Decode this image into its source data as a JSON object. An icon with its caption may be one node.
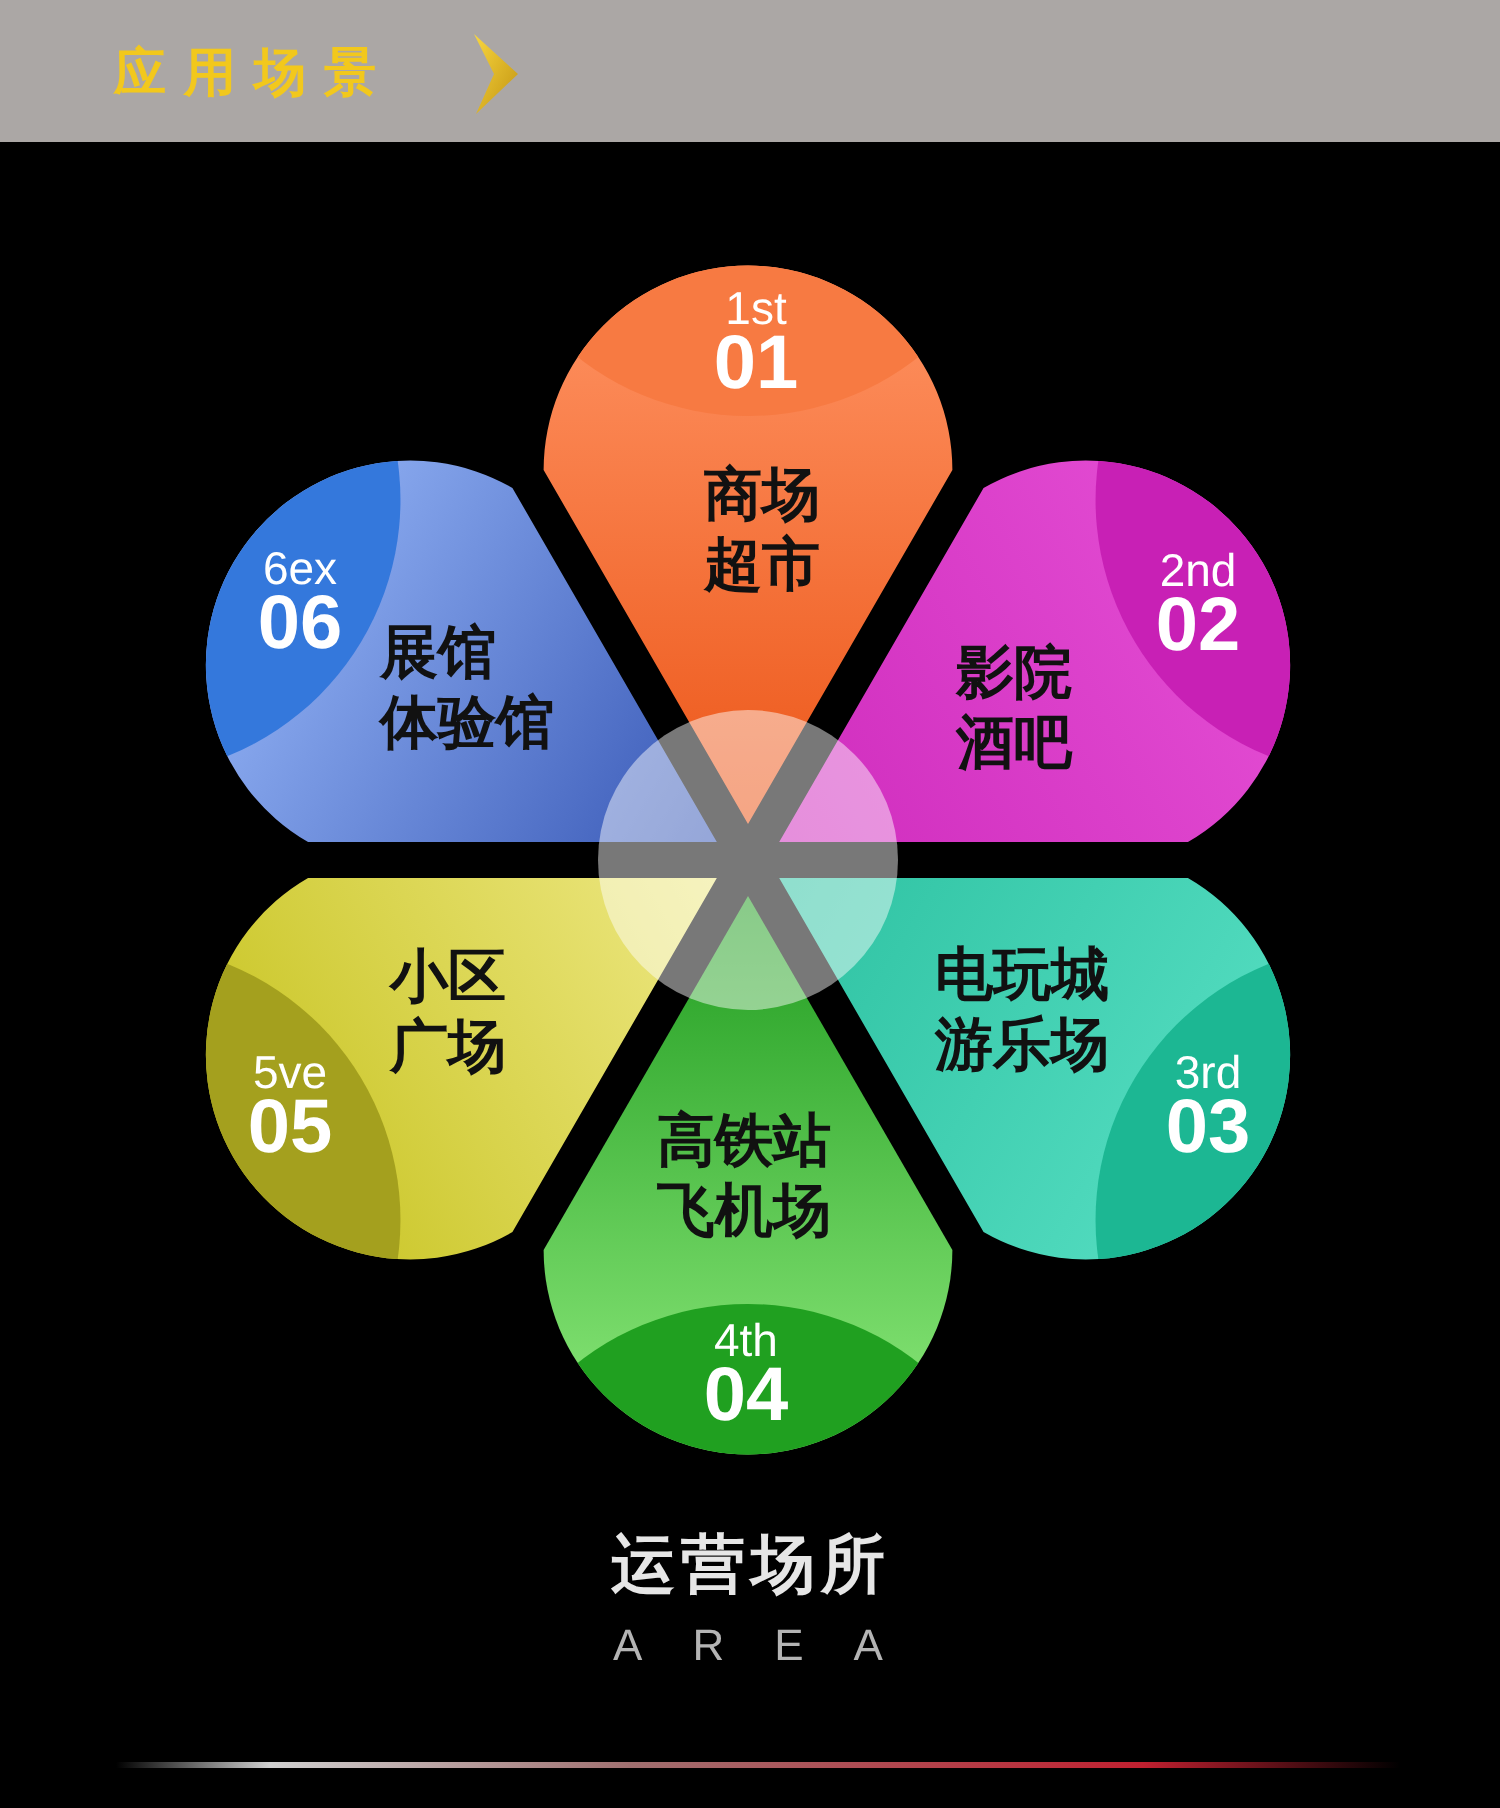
{
  "diagram": {
    "title": "应用场景",
    "nodes": [
      {
        "text": [
          "1st",
          "01",
          "商场超市"
        ]
      },
      {
        "text": [
          "2nd",
          "02",
          "影院酒吧"
        ]
      },
      {
        "text": [
          "电玩城游乐场",
          "3rd",
          "03"
        ]
      },
      {
        "text": [
          "高铁站飞机场",
          "4th",
          "04"
        ]
      },
      {
        "text": [
          "5ve",
          "05",
          "小区广场"
        ]
      },
      {
        "text": [
          "6ex",
          "06",
          "展馆体验馆"
        ]
      },
      {
        "text": [],
        "shape": "circle"
      }
    ],
    "labels": [
      "运营场所",
      "AREA"
    ]
  }
}
